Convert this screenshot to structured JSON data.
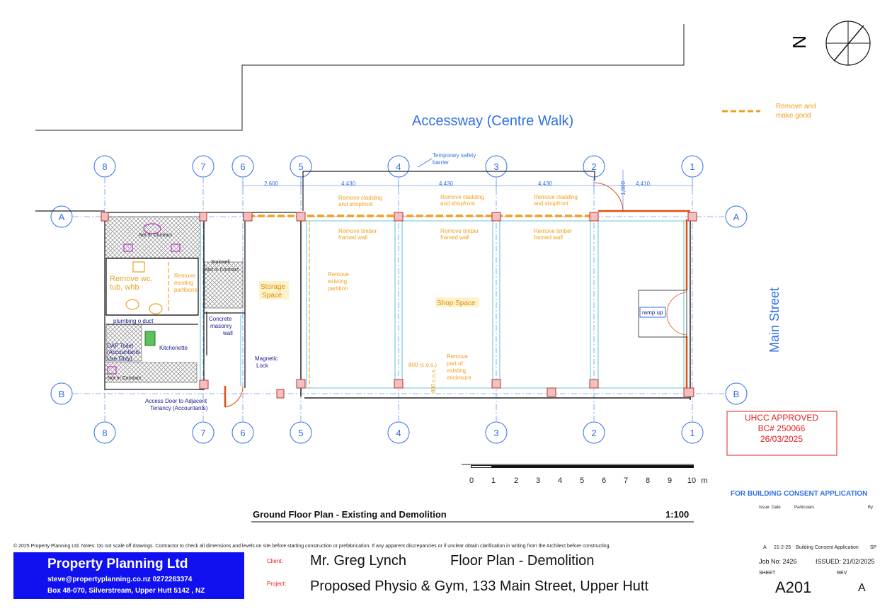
{
  "north_label": "N",
  "legend": {
    "label_line1": "Remove and",
    "label_line2": "make good"
  },
  "accessway_label": "Accessway  (Centre Walk)",
  "main_street_label": "Main Street",
  "grid_columns": [
    "8",
    "7",
    "6",
    "5",
    "4",
    "3",
    "2",
    "1"
  ],
  "grid_rows": [
    "A",
    "B"
  ],
  "dimensions": [
    "2,600",
    "4,430",
    "4,430",
    "4,430",
    "4,410",
    "1,800",
    "800 (c.o.s.)",
    "800 c.o.s."
  ],
  "annotations": {
    "temp_barrier_1": "Temporary safety",
    "temp_barrier_2": "barrier",
    "remove_cladding_1": "Remove cladding",
    "remove_cladding_2": "and shopfront",
    "remove_timber_1": "Remove timber",
    "remove_timber_2": "framed wall",
    "remove_partition_1": "Remove",
    "remove_partition_2": "existing",
    "remove_partition_3": "partition",
    "remove_partitions_left_1": "Remove",
    "remove_partitions_left_2": "existing",
    "remove_partitions_left_3": "partitions",
    "remove_wc_1": "Remove wc,",
    "remove_wc_2": "tub, whb",
    "remove_enclosure_1": "Remove",
    "remove_enclosure_2": "part of",
    "remove_enclosure_3": "existing",
    "remove_enclosure_4": "enclosure",
    "storage_1": "Storage",
    "storage_2": "Space",
    "shop_space": "Shop Space",
    "ramp_up": "ramp up",
    "not_in_contract": "Not In Contract",
    "stairwell": "Stairwell",
    "plumbing_duct": "plumbing  o  duct",
    "concrete_1": "Concrete",
    "concrete_2": "masonry",
    "concrete_3": "wall",
    "dap_toilet_1": "DAP Toilet",
    "dap_toilet_2": "(Accountants",
    "dap_toilet_3": "Use Only)",
    "kitchenette": "Kitchenette",
    "magnetic_lock_1": "Magnetic",
    "magnetic_lock_2": "Lock",
    "access_door_1": "Access Door to Adjacent",
    "access_door_2": "Tenancy (Accountants)"
  },
  "stamp": {
    "line1": "UHCC APPROVED",
    "line2": "BC# 250066",
    "line3": "26/03/2025"
  },
  "scale_bar": {
    "ticks": [
      "0",
      "1",
      "2",
      "3",
      "4",
      "5",
      "6",
      "7",
      "8",
      "9",
      "10"
    ],
    "unit": "m"
  },
  "drawing_title": "Ground Floor Plan - Existing and Demolition",
  "drawing_scale": "1:100",
  "consent_heading": "FOR BUILDING CONSENT APPLICATION",
  "issue_table": {
    "headers": [
      "Issue",
      "Date",
      "Particulars",
      "By"
    ],
    "row": {
      "issue": "A",
      "date": "21-2-25",
      "particulars": "Building Consent Application",
      "by": "SP"
    }
  },
  "copyright_notes": "© 2025 Property Planning Ltd.   Notes: Do not scale off drawings. Contractor to check all dimensions and levels on site before starting construction or prefabrication. If any apparent discrepancies or if unclear obtain clarification in writing from the Architect before constructing.",
  "company": {
    "name": "Property Planning Ltd",
    "contact": "steve@propertyplanning.co.nz    0272263374",
    "address": "Box 48-070, Silverstream, Upper Hutt 5142 , NZ"
  },
  "title_block": {
    "client_label": "Client:",
    "client_value": "Mr. Greg Lynch",
    "drawing_name": "Floor Plan - Demolition",
    "project_label": "Project:",
    "project_value": "Proposed Physio & Gym, 133 Main Street, Upper Hutt",
    "job_no": "Job No: 2426",
    "issued": "ISSUED: 21/02/2025",
    "sheet_label": "SHEET",
    "rev_label": "REV",
    "sheet": "A201",
    "rev": "A"
  },
  "colors": {
    "grid_blue": "#2f6fe8",
    "demolition_orange": "#f0a020",
    "stamp_red": "#e02020",
    "wall_cyan": "#30b8c8",
    "company_blue": "#1010f0",
    "fixture_magenta": "#c030c0"
  }
}
